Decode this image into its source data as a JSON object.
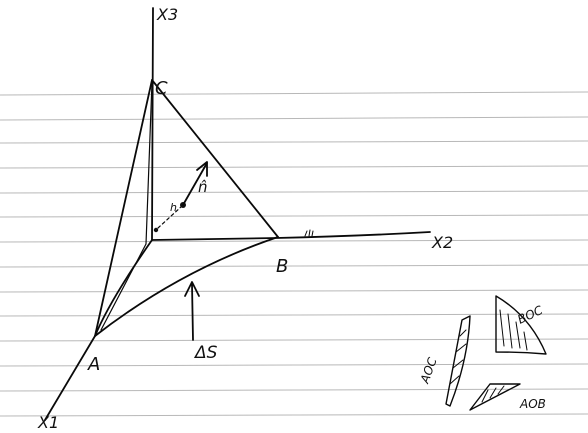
{
  "diagram": {
    "axes": {
      "x1": "X1",
      "x2": "X2",
      "x3": "X3"
    },
    "points": {
      "a": "A",
      "b": "B",
      "c": "C"
    },
    "normal_label": "n̂",
    "h_label": "h",
    "surface_label": "ΔS",
    "faces": {
      "boc": "BOC",
      "aoc": "AOC",
      "aob": "AOB"
    }
  }
}
